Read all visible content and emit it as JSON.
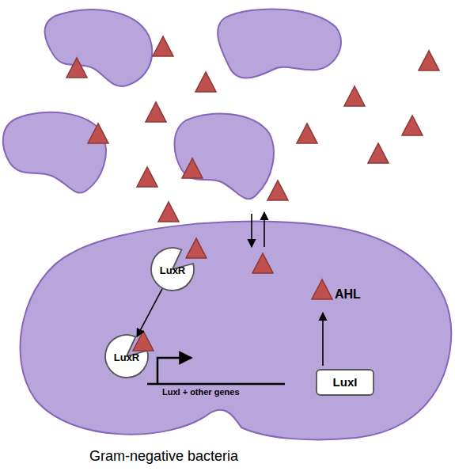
{
  "diagram": {
    "nodes": [
      {
        "text": [
          "Gram-negative bacteria"
        ]
      },
      {
        "text": [
          "LuxR"
        ],
        "in": 0
      },
      {
        "text": [
          "LuxR"
        ],
        "in": 0
      },
      {
        "text": [
          "LuxI"
        ],
        "in": 0
      }
    ],
    "edges": [
      {
        "from": 1,
        "to": 2,
        "arrow": "to"
      }
    ],
    "labels": [
      "AHL",
      "LuxI + other genes"
    ]
  }
}
